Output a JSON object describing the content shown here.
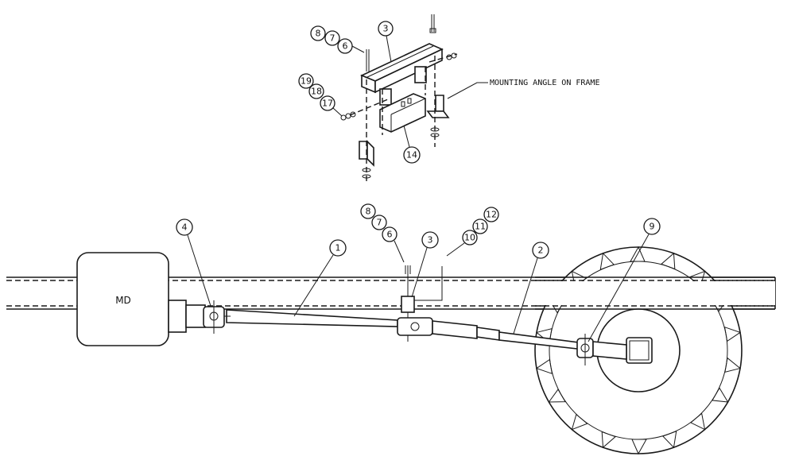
{
  "labels": {
    "mounting_note": "MOUNTING ANGLE ON FRAME",
    "motor": "MD"
  },
  "callouts": {
    "top": [
      {
        "id": "t8",
        "text": "8"
      },
      {
        "id": "t7",
        "text": "7"
      },
      {
        "id": "t6",
        "text": "6"
      },
      {
        "id": "t3",
        "text": "3"
      },
      {
        "id": "t19",
        "text": "19"
      },
      {
        "id": "t18",
        "text": "18"
      },
      {
        "id": "t17",
        "text": "17"
      },
      {
        "id": "t14",
        "text": "14"
      }
    ],
    "bottom": [
      {
        "id": "b8",
        "text": "8"
      },
      {
        "id": "b7",
        "text": "7"
      },
      {
        "id": "b6",
        "text": "6"
      },
      {
        "id": "b12",
        "text": "12"
      },
      {
        "id": "b11",
        "text": "11"
      },
      {
        "id": "b10",
        "text": "10"
      },
      {
        "id": "b4",
        "text": "4"
      },
      {
        "id": "b1",
        "text": "1"
      },
      {
        "id": "b3",
        "text": "3"
      },
      {
        "id": "b2",
        "text": "2"
      },
      {
        "id": "b9",
        "text": "9"
      }
    ]
  }
}
